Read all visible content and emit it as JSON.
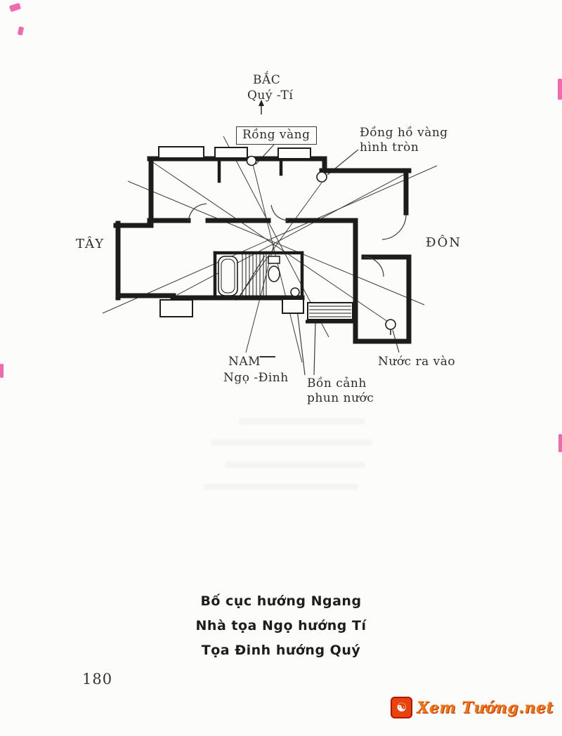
{
  "diagram": {
    "labels": {
      "north": "BẮC",
      "north_sub": "Quý -Tí",
      "golden_dragon": "Rồng vàng",
      "clock_line1": "Đồng hồ vàng",
      "clock_line2": "hình tròn",
      "west": "TÂY",
      "east": "ĐÔN",
      "south": "NAM",
      "south_sub": "Ngọ -Đinh",
      "water_inout": "Nước ra vào",
      "fountain_line1": "Bồn cảnh",
      "fountain_line2": "phun nước"
    }
  },
  "caption": {
    "line1": "Bố cục hướng Ngang",
    "line2": "Nhà tọa Ngọ hướng Tí",
    "line3": "Tọa Đinh hướng Quý"
  },
  "page": {
    "page_number": "180",
    "watermark_text": "Xem Tướng.net",
    "watermark_icon": "☯"
  },
  "colors": {
    "ink": "#1c1c1c",
    "scan_artifact_pink": "#ef4fa0",
    "watermark_orange": "#f07614",
    "watermark_red": "#c42b06"
  }
}
